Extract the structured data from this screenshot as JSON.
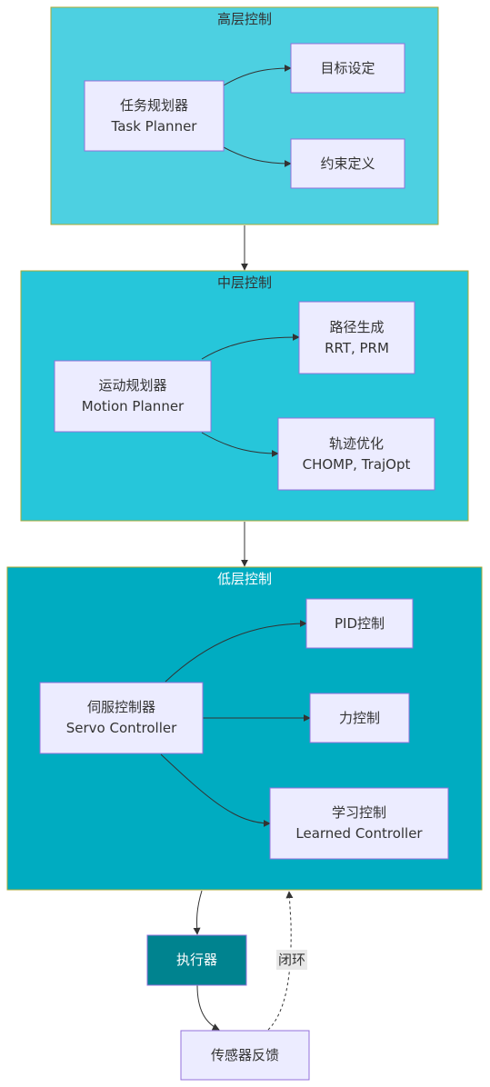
{
  "colors": {
    "high_fill": "#4dd0e1",
    "mid_fill": "#26c6da",
    "low_fill": "#00acc1",
    "cluster_stroke": "#aaaa33",
    "node_fill": "#ececff",
    "node_stroke": "#9370db",
    "actuator_fill": "#00838f",
    "edge": "#333333"
  },
  "clusters": {
    "high": {
      "title": "高层控制"
    },
    "mid": {
      "title": "中层控制"
    },
    "low": {
      "title": "低层控制"
    }
  },
  "nodes": {
    "task_planner": {
      "line1": "任务规划器",
      "line2": "Task Planner"
    },
    "goal_setting": {
      "line1": "目标设定"
    },
    "constraint_def": {
      "line1": "约束定义"
    },
    "motion_planner": {
      "line1": "运动规划器",
      "line2": "Motion Planner"
    },
    "path_gen": {
      "line1": "路径生成",
      "line2": "RRT, PRM"
    },
    "traj_opt": {
      "line1": "轨迹优化",
      "line2": "CHOMP, TrajOpt"
    },
    "servo": {
      "line1": "伺服控制器",
      "line2": "Servo Controller"
    },
    "pid": {
      "line1": "PID控制"
    },
    "force": {
      "line1": "力控制"
    },
    "learned": {
      "line1": "学习控制",
      "line2": "Learned Controller"
    },
    "actuator": {
      "line1": "执行器"
    },
    "sensor": {
      "line1": "传感器反馈"
    }
  },
  "edges": {
    "closed_loop_label": "闭环"
  }
}
